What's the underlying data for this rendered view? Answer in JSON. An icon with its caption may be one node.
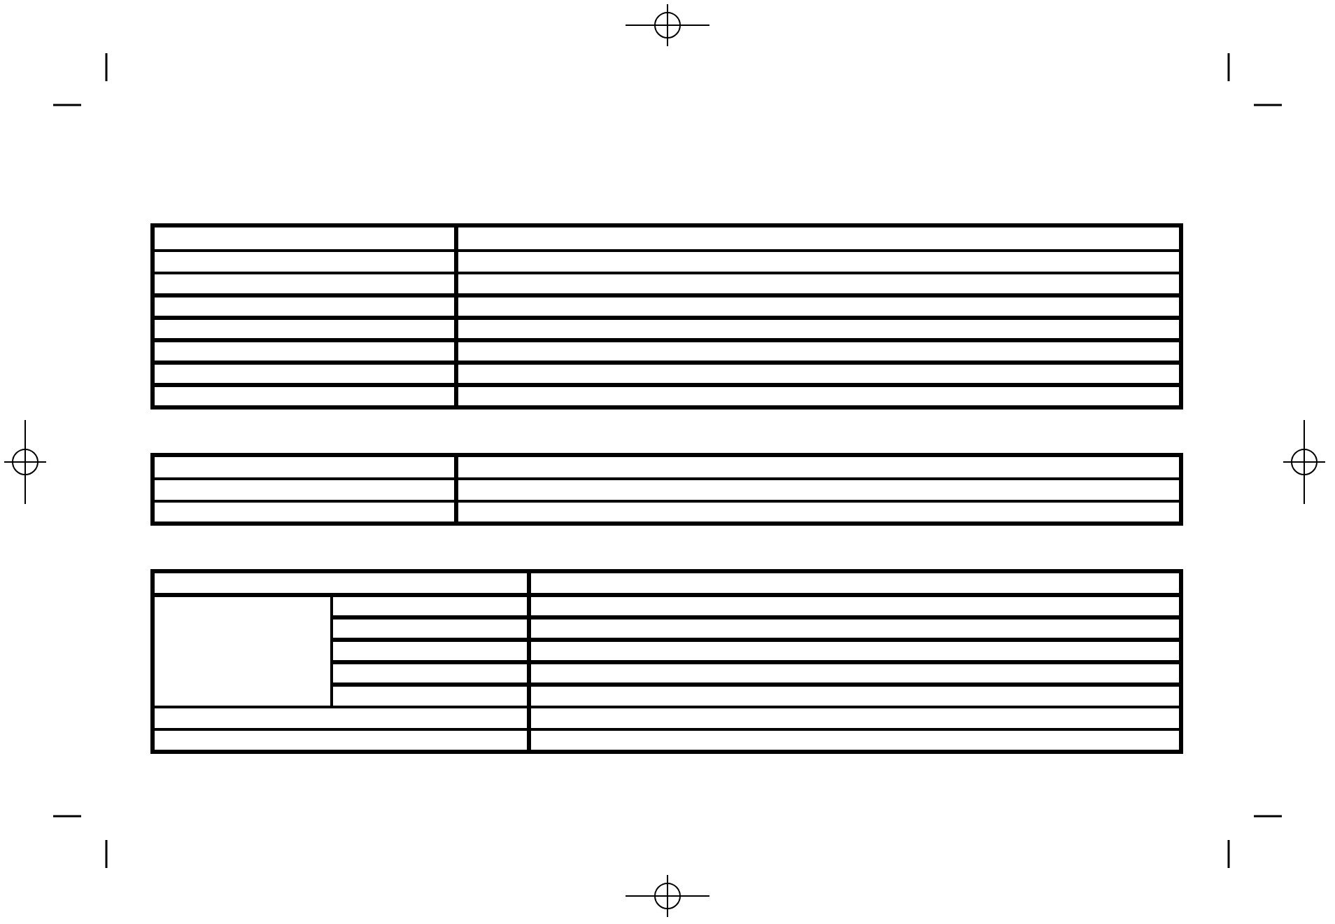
{
  "diagram": {
    "nodes": [
      {
        "text": [],
        "shape": "table"
      },
      {
        "text": [],
        "shape": "table"
      },
      {
        "text": [],
        "shape": "table"
      }
    ]
  }
}
